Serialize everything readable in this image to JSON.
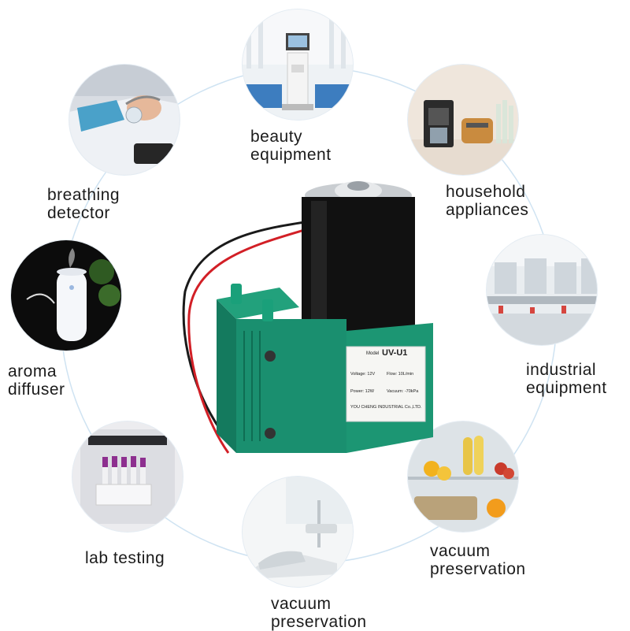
{
  "labels": {
    "beauty": [
      "beauty",
      "equipment"
    ],
    "household": [
      "household",
      "appliances"
    ],
    "industrial": [
      "industrial",
      "equipment"
    ],
    "vacuum_right": [
      "vacuum",
      "preservation"
    ],
    "vacuum_bottom": [
      "vacuum",
      "preservation"
    ],
    "lab": [
      "lab testing"
    ],
    "aroma": [
      "aroma",
      "diffuser"
    ],
    "breathing": [
      "breathing",
      "detector"
    ]
  },
  "pump_plate": {
    "model_label": "Model",
    "model_value": "UV-U1",
    "voltage": "Voltage: 12V",
    "flow": "Flow: 10L/min",
    "power": "Power: 12W",
    "vacuum": "Vacuum: -70kPa",
    "maker": "YOU CHENG INDUSTRIAL Co.,LTD."
  },
  "colors": {
    "ring": "#cfe3f2",
    "pump_body": "#1a8f6f",
    "motor": "#111111",
    "wire_red": "#d21f26",
    "wire_black": "#1a1a1a"
  }
}
